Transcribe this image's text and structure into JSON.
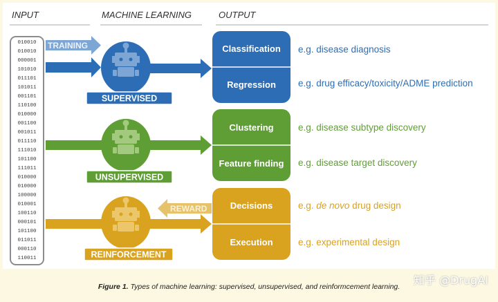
{
  "headers": {
    "input": "INPUT",
    "ml": "MACHINE LEARNING",
    "output": "OUTPUT"
  },
  "binary": [
    "010010",
    "010010",
    "000001",
    "101010",
    "011101",
    "101011",
    "001101",
    "110100",
    "010000",
    "001100",
    "001011",
    "011110",
    "111010",
    "101100",
    "111011",
    "010000",
    "010000",
    "100000",
    "010001",
    "100110",
    "000101",
    "101100",
    "011011",
    "000110",
    "110011"
  ],
  "training_label": "TRAINING",
  "reward_label": "REWARD",
  "colors": {
    "blue": "#2d6db5",
    "blue_light": "#7ea6d4",
    "green": "#5f9e35",
    "gold": "#d9a21f",
    "gold_light": "#e6c36b"
  },
  "groups": [
    {
      "name": "SUPERVISED",
      "color": "#2d6db5",
      "outputs": [
        {
          "label": "Classification",
          "example": "e.g. disease diagnosis"
        },
        {
          "label": "Regression",
          "example": "e.g. drug efficacy/toxicity/ADME prediction"
        }
      ]
    },
    {
      "name": "UNSUPERVISED",
      "color": "#5f9e35",
      "outputs": [
        {
          "label": "Clustering",
          "example": "e.g. disease subtype discovery"
        },
        {
          "label": "Feature finding",
          "example": "e.g. disease target discovery"
        }
      ]
    },
    {
      "name": "REINFORCEMENT",
      "color": "#d9a21f",
      "outputs": [
        {
          "label": "Decisions",
          "example_pre": "e.g. ",
          "example_em": "de novo",
          "example_post": " drug design"
        },
        {
          "label": "Execution",
          "example": "e.g. experimental design"
        }
      ]
    }
  ],
  "caption": {
    "bold": "Figure 1.",
    "text": " Types of machine learning: supervised, unsupervised, and reinformcement learning."
  },
  "watermark": "知乎 @DrugAI"
}
